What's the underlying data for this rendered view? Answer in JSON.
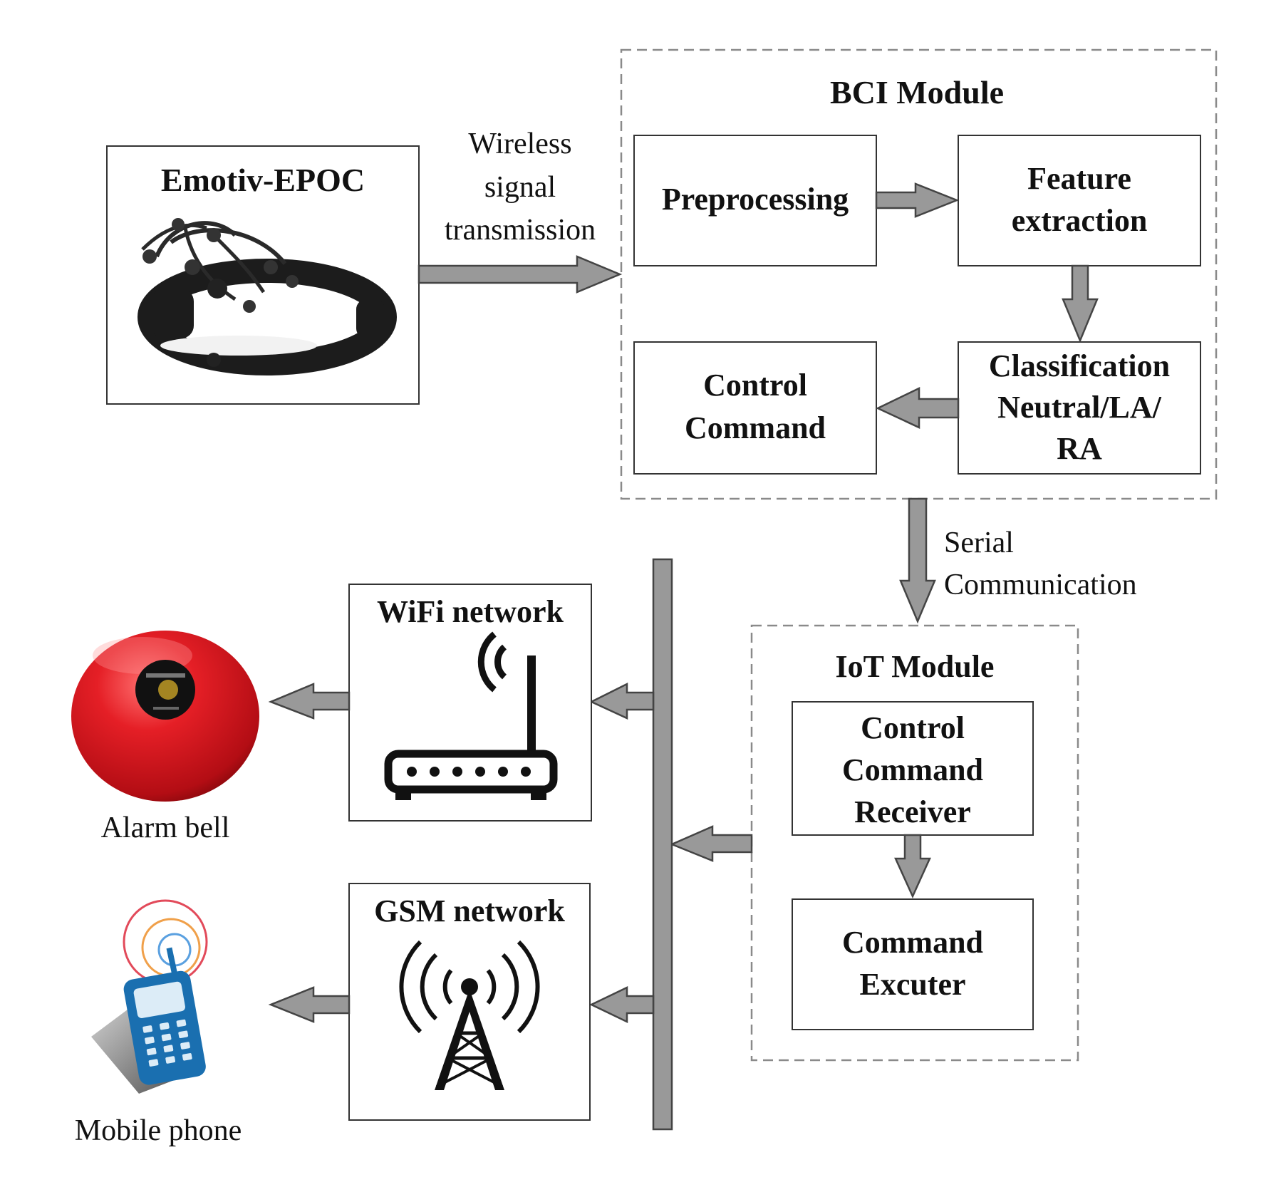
{
  "emotiv": {
    "title": "Emotiv-EPOC"
  },
  "wireless": {
    "line1": "Wireless",
    "line2": "signal",
    "line3": "transmission"
  },
  "bci": {
    "title": "BCI Module",
    "preprocessing": "Preprocessing",
    "feature_line1": "Feature",
    "feature_line2": "extraction",
    "class_line1": "Classification",
    "class_line2": "Neutral/LA/",
    "class_line3": "RA",
    "control_line1": "Control",
    "control_line2": "Command"
  },
  "serial": {
    "line1": "Serial",
    "line2": "Communication"
  },
  "iot": {
    "title": "IoT Module",
    "receiver_line1": "Control",
    "receiver_line2": "Command",
    "receiver_line3": "Receiver",
    "executer_line1": "Command",
    "executer_line2": "Excuter"
  },
  "wifi": {
    "title": "WiFi network"
  },
  "gsm": {
    "title": "GSM network"
  },
  "alarm": {
    "label": "Alarm bell"
  },
  "mobile": {
    "label": "Mobile phone"
  },
  "colors": {
    "arrow_fill": "#999999",
    "arrow_stroke": "#444444",
    "bell_red": "#d4141c",
    "phone_blue": "#1a6fb0",
    "dashed_border": "#8a8a8a"
  }
}
